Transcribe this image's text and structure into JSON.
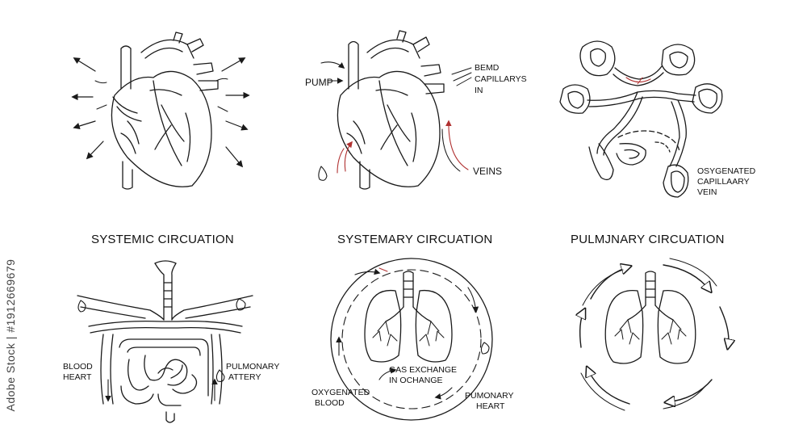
{
  "titles": {
    "systemic": "SYSTEMIC CIRCUATION",
    "systemary": "SYSTEMARY CIRCUATION",
    "pulmonary": "PULMJNARY CIRCUATION"
  },
  "labels": {
    "pump": "PUMP",
    "bemd": "BEMD",
    "capillarys": "CAPILLARYS",
    "in": "IN",
    "veins": "VEINS",
    "osygenated": "OSYGENATED",
    "capillaary": "CAPILLAARY",
    "vein": "VEIN",
    "blood": "BLOOD",
    "heart": "HEART",
    "pulmonary": "PULMONARY",
    "attery": "ATTERY",
    "gas_exchange": "GAS EXCHANGE",
    "in_ochange": "IN OCHANGE",
    "oxygenated": "OXYGENATED",
    "blood2": "BLOOD",
    "pumonary": "PUMONARY",
    "heart2": "HEART"
  },
  "stock_id": "Adobe Stock | #1912669679",
  "colors": {
    "line": "#1a1a1a",
    "accent": "#b03030"
  }
}
